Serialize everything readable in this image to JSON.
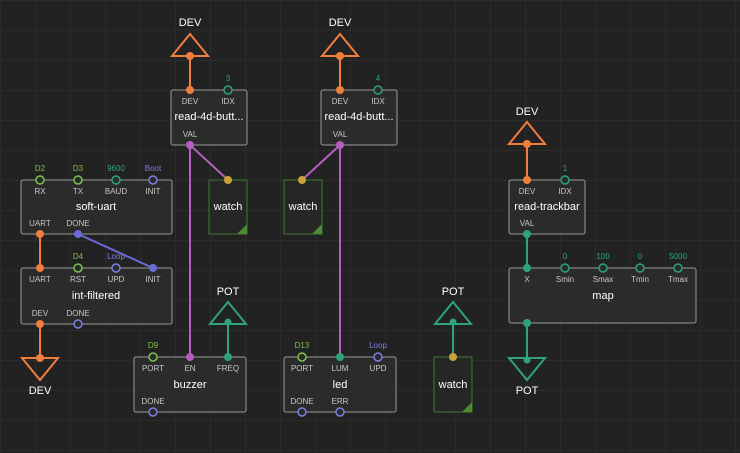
{
  "colors": {
    "orange": "#f07e3c",
    "green": "#2ea37e",
    "purple": "#b45fc0",
    "blue": "#6a6ad8",
    "value_green": "#7cc44a",
    "value_blue": "#7e7ee8",
    "watch_border": "#3e7a32",
    "watch_accent": "#4e8a34"
  },
  "terminals": {
    "dev_top_1": "DEV",
    "dev_top_2": "DEV",
    "dev_top_3": "DEV",
    "dev_bottom": "DEV",
    "pot_1": "POT",
    "pot_2": "POT",
    "pot_out": "POT"
  },
  "nodes": {
    "read_btn_1": {
      "title": "read-4d-butt...",
      "pins": {
        "dev": "DEV",
        "idx": "IDX",
        "val": "VAL"
      },
      "values": {
        "idx": "3"
      }
    },
    "read_btn_2": {
      "title": "read-4d-butt...",
      "pins": {
        "dev": "DEV",
        "idx": "IDX",
        "val": "VAL"
      },
      "values": {
        "idx": "4"
      }
    },
    "soft_uart": {
      "title": "soft-uart",
      "pins": {
        "rx": "RX",
        "tx": "TX",
        "baud": "BAUD",
        "init": "INIT",
        "uart": "UART",
        "done": "DONE"
      },
      "values": {
        "rx": "D2",
        "tx": "D3",
        "baud": "9600",
        "init": "Boot"
      }
    },
    "int_filtered": {
      "title": "int-filtered",
      "pins": {
        "uart": "UART",
        "rst": "RST",
        "upd": "UPD",
        "init": "INIT",
        "dev": "DEV",
        "done": "DONE"
      },
      "values": {
        "rst": "D4",
        "upd": "Loop"
      }
    },
    "read_trackbar": {
      "title": "read-trackbar",
      "pins": {
        "dev": "DEV",
        "idx": "IDX",
        "val": "VAL"
      },
      "values": {
        "idx": "1"
      }
    },
    "map": {
      "title": "map",
      "pins": {
        "x": "X",
        "smin": "Smin",
        "smax": "Smax",
        "tmin": "Tmin",
        "tmax": "Tmax"
      },
      "values": {
        "smin": "0",
        "smax": "100",
        "tmin": "0",
        "tmax": "5000"
      }
    },
    "buzzer": {
      "title": "buzzer",
      "pins": {
        "port": "PORT",
        "en": "EN",
        "freq": "FREQ",
        "done": "DONE"
      },
      "values": {
        "port": "D9"
      }
    },
    "led": {
      "title": "led",
      "pins": {
        "port": "PORT",
        "lum": "LUM",
        "upd": "UPD",
        "done": "DONE",
        "err": "ERR"
      },
      "values": {
        "port": "D13",
        "upd": "Loop"
      }
    }
  },
  "watches": {
    "watch_1": "watch",
    "watch_2": "watch",
    "watch_3": "watch"
  }
}
